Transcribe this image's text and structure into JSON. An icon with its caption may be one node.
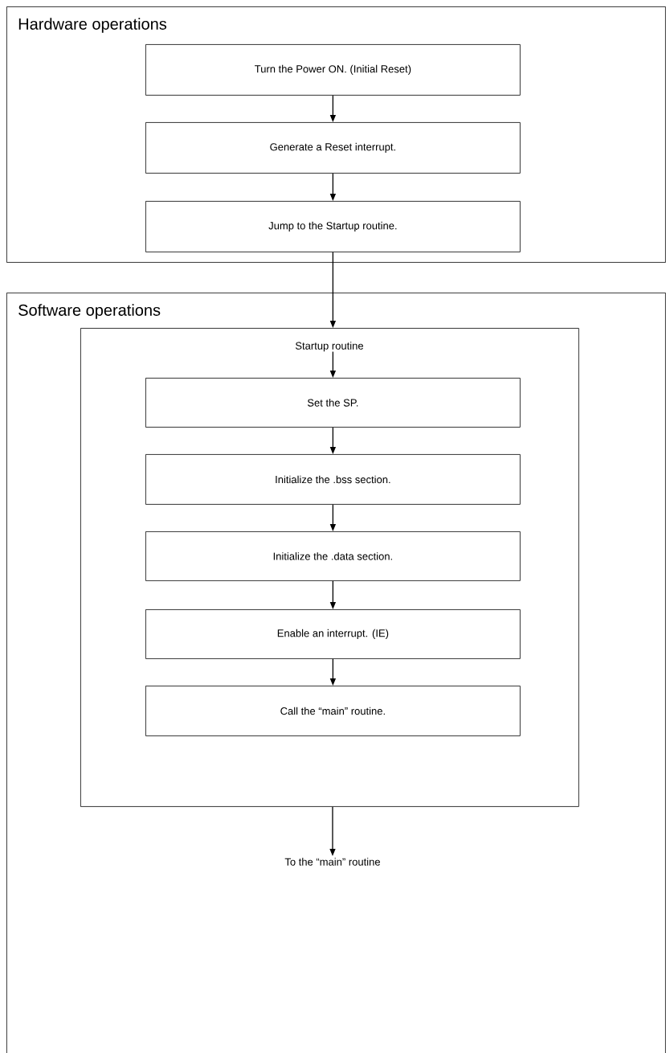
{
  "diagram": {
    "nodes": [
      {
        "text": [
          "Hardware operations"
        ]
      },
      {
        "text": [
          "Turn the Power ON. (Initial Reset)"
        ],
        "in": 0
      },
      {
        "text": [
          "Generate a Reset interrupt."
        ],
        "in": 0
      },
      {
        "text": [
          "Jump to the Startup routine."
        ],
        "in": 0
      },
      {
        "text": [
          "Software operations"
        ]
      },
      {
        "text": [
          "Startup routine"
        ],
        "in": 4
      },
      {
        "text": [
          "Set the SP."
        ],
        "in": 5
      },
      {
        "text": [
          "Initialize the .bss section."
        ],
        "in": 5
      },
      {
        "text": [
          "Initialize the .data section."
        ],
        "in": 5
      },
      {
        "text": [
          "Enable an interrupt. (IE)"
        ],
        "in": 5
      },
      {
        "text": [
          "Call the “main” routine."
        ],
        "in": 5
      },
      {
        "text": [
          "To the “main” routine"
        ],
        "in": 4
      }
    ],
    "edges": [
      {
        "from": 1,
        "to": 2,
        "arrow": "to"
      },
      {
        "from": 2,
        "to": 3,
        "arrow": "to"
      },
      {
        "from": 3,
        "to": 5,
        "arrow": "to"
      },
      {
        "from": 5,
        "to": 6,
        "arrow": "to"
      },
      {
        "from": 6,
        "to": 7,
        "arrow": "to"
      },
      {
        "from": 7,
        "to": 8,
        "arrow": "to"
      },
      {
        "from": 8,
        "to": 9,
        "arrow": "to"
      },
      {
        "from": 9,
        "to": 10,
        "arrow": "to"
      },
      {
        "from": 5,
        "to": 11,
        "arrow": "to"
      }
    ]
  }
}
